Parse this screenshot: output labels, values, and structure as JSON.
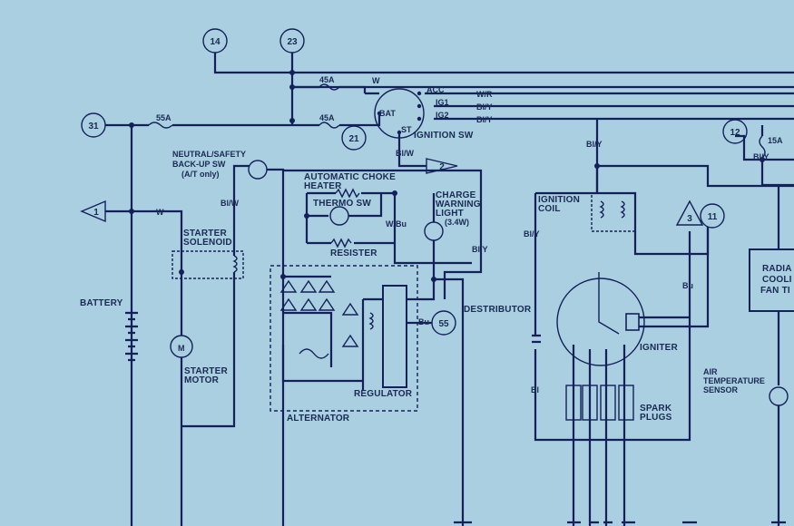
{
  "refs": {
    "r14": "14",
    "r23": "23",
    "r31": "31",
    "r21": "21",
    "r2": "2",
    "r1": "1",
    "r55": "55",
    "r3": "3",
    "r11": "11",
    "r12": "12"
  },
  "fuses": {
    "f45a_1": "45A",
    "f45a_2": "45A",
    "f55a": "55A",
    "f15a": "15A"
  },
  "ignition_switch": {
    "acc": "ACC",
    "ig1": "IG1",
    "ig2": "IG2",
    "bat": "BAT",
    "st": "ST",
    "label": "IGNITION SW"
  },
  "wires": {
    "w_top": "W",
    "w_r": "W/R",
    "bl_y_1": "Bl/Y",
    "bl_y_2": "Bl/Y",
    "bl_w_ign": "Bl/W",
    "bl_y_coil": "Bl/Y",
    "bl_y_fan": "Bl/Y",
    "w_batt": "W",
    "bl_w_neutral": "Bl/W",
    "w_bu": "W/Bu",
    "bl_y_charge": "Bl/Y",
    "bl_y_dist": "Bl/Y",
    "bu_igniter": "Bu",
    "bu_55": "Bu",
    "bl_dist": "Bl"
  },
  "components": {
    "neutral_sw": [
      "NEUTRAL/SAFETY",
      "BACK-UP SW",
      "(A/T only)"
    ],
    "auto_choke": [
      "AUTOMATIC CHOKE",
      "HEATER"
    ],
    "thermo_sw": "THERMO SW",
    "resister": "RESISTER",
    "charge_light": [
      "CHARGE",
      "WARNING",
      "LIGHT",
      "(3.4W)"
    ],
    "starter_solenoid": [
      "STARTER",
      "SOLENOID"
    ],
    "battery": "BATTERY",
    "starter_motor": [
      "STARTER",
      "MOTOR"
    ],
    "motor_symbol": "M",
    "alternator": "ALTERNATOR",
    "regulator": "REGULATOR",
    "ignition_coil": [
      "IGNITION",
      "COIL"
    ],
    "distributor": "DESTRIBUTOR",
    "igniter": "IGNITER",
    "spark_plugs": [
      "SPARK",
      "PLUGS"
    ],
    "air_temp": [
      "AIR",
      "TEMPERATURE",
      "SENSOR"
    ],
    "radiator_fan": [
      "RADIA",
      "COOLI",
      "FAN TI"
    ]
  }
}
